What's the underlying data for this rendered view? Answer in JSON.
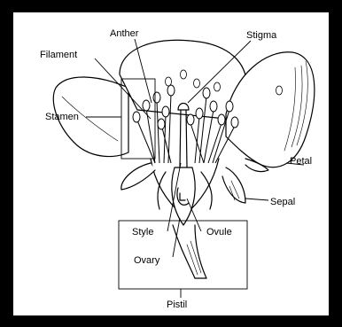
{
  "labels": {
    "anther": "Anther",
    "stigma": "Stigma",
    "filament": "Filament",
    "stamen": "Stamen",
    "petal": "Petal",
    "sepal": "Sepal",
    "style": "Style",
    "ovule": "Ovule",
    "ovary": "Ovary",
    "pistil": "Pistil"
  }
}
